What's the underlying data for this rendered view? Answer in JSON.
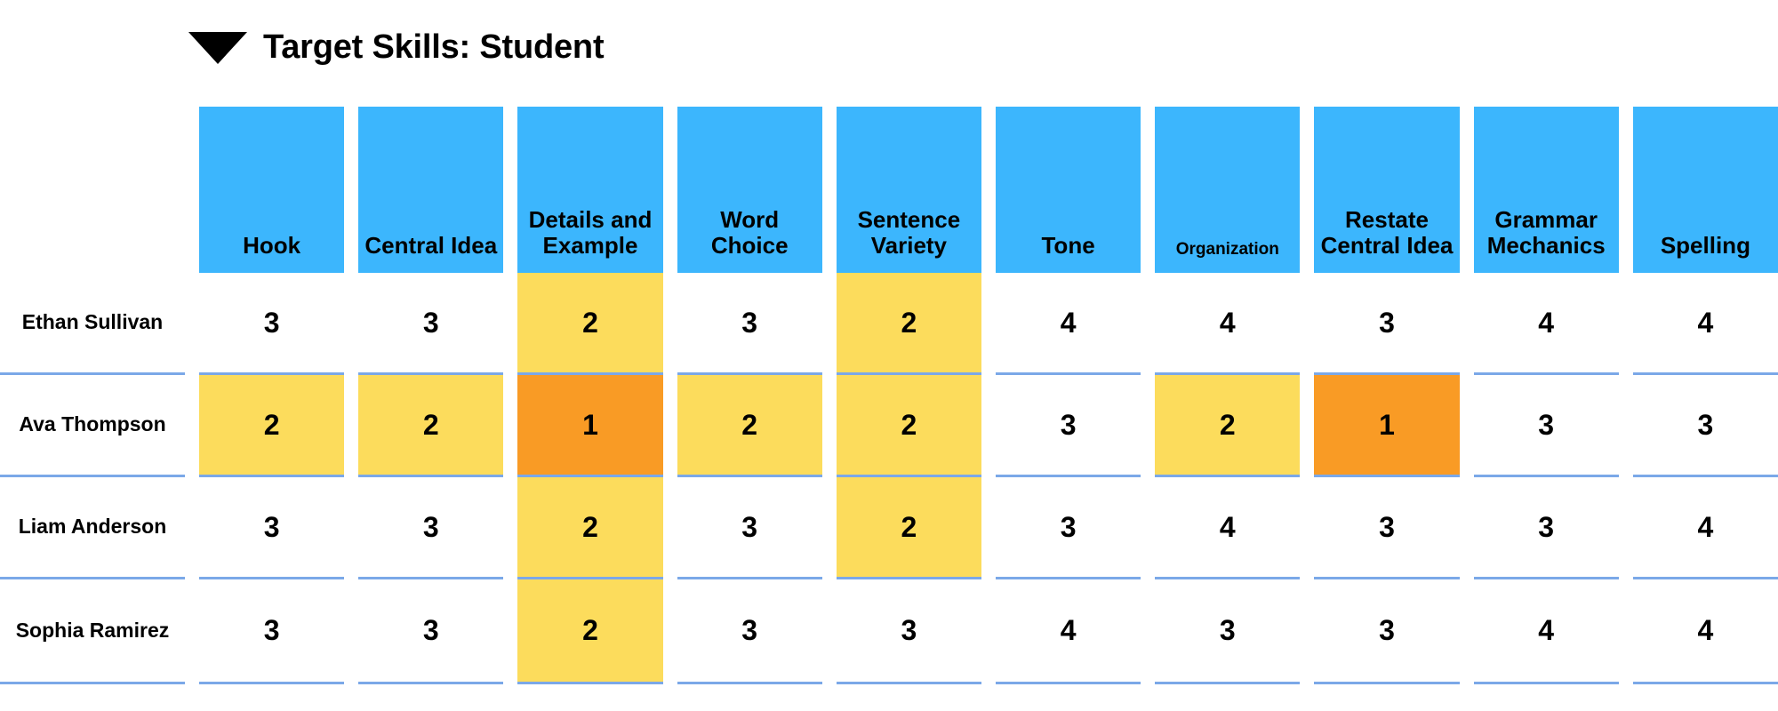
{
  "header": {
    "collapse_icon": "caret-down-icon",
    "title": "Target Skills: Student"
  },
  "colors": {
    "header_blue": "#3CB6FD",
    "level2_yellow": "#FCDC5C",
    "level1_orange": "#F99B25",
    "row_divider": "#7BA8E8"
  },
  "table": {
    "columns": [
      {
        "label": "Hook",
        "small": false
      },
      {
        "label": "Central Idea",
        "small": false
      },
      {
        "label": "Details and Example",
        "small": false
      },
      {
        "label": "Word Choice",
        "small": false
      },
      {
        "label": "Sentence Variety",
        "small": false
      },
      {
        "label": "Tone",
        "small": false
      },
      {
        "label": "Organization",
        "small": true
      },
      {
        "label": "Restate Central Idea",
        "small": false
      },
      {
        "label": "Grammar Mechanics",
        "small": false
      },
      {
        "label": "Spelling",
        "small": false
      }
    ],
    "rows": [
      {
        "student": "Ethan Sullivan",
        "scores": [
          "3",
          "3",
          "2",
          "3",
          "2",
          "4",
          "4",
          "3",
          "4",
          "4"
        ],
        "levels": [
          "none",
          "none",
          "lvl2",
          "none",
          "lvl2",
          "none",
          "none",
          "none",
          "none",
          "none"
        ]
      },
      {
        "student": "Ava Thompson",
        "scores": [
          "2",
          "2",
          "1",
          "2",
          "2",
          "3",
          "2",
          "1",
          "3",
          "3"
        ],
        "levels": [
          "lvl2",
          "lvl2",
          "lvl1",
          "lvl2",
          "lvl2",
          "none",
          "lvl2",
          "lvl1",
          "none",
          "none"
        ]
      },
      {
        "student": "Liam Anderson",
        "scores": [
          "3",
          "3",
          "2",
          "3",
          "2",
          "3",
          "4",
          "3",
          "3",
          "4"
        ],
        "levels": [
          "none",
          "none",
          "lvl2",
          "none",
          "lvl2",
          "none",
          "none",
          "none",
          "none",
          "none"
        ]
      },
      {
        "student": "Sophia Ramirez",
        "scores": [
          "3",
          "3",
          "2",
          "3",
          "3",
          "4",
          "3",
          "3",
          "4",
          "4"
        ],
        "levels": [
          "none",
          "none",
          "lvl2",
          "none",
          "none",
          "none",
          "none",
          "none",
          "none",
          "none"
        ]
      }
    ]
  }
}
